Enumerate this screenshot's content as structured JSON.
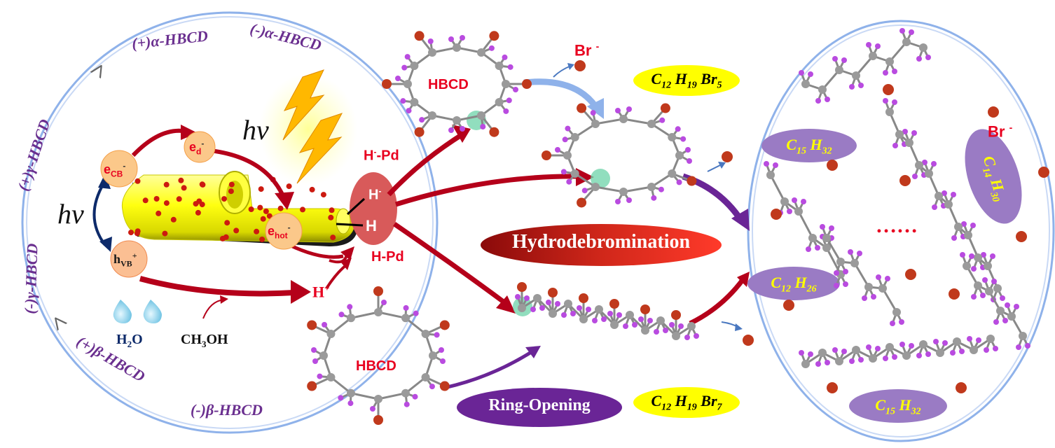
{
  "isomers": {
    "plus_alpha": "(+)α-HBCD",
    "minus_alpha": "(-)α-HBCD",
    "plus_gamma": "(+)γ-HBCD",
    "minus_gamma": "(-)γ-HBCD",
    "plus_beta": "(+)β-HBCD",
    "minus_beta": "(-)β-HBCD",
    "order_sign": ">"
  },
  "photocatalyst": {
    "hv": "hv",
    "e_cb": "e",
    "e_cb_sub": "CB",
    "e_cb_sup": "-",
    "e_d": "e",
    "e_d_sub": "d",
    "e_d_sup": "-",
    "e_hot": "e",
    "e_hot_sub": "hot",
    "e_hot_sup": "-",
    "h_vb": "h",
    "h_vb_sub": "VB",
    "h_vb_sup": "+",
    "h_minus": "H",
    "h_minus_sup": "-",
    "h_atom": "H",
    "h_minus_pd": "H-Pd",
    "h_minus_pd_pre": "H",
    "h_minus_pd_sup": "-",
    "h_minus_pd_post": "Pd",
    "h_pd": "H-Pd",
    "h_plus": "H",
    "h_plus_sup": "+",
    "water_pre": "H",
    "water_sub": "2",
    "water_post": "O",
    "methanol_pre": "CH",
    "methanol_sub": "3",
    "methanol_post": "OH"
  },
  "pathways": {
    "hbcd_top": "HBCD",
    "hbcd_bottom": "HBCD",
    "br_ion": "Br",
    "br_ion_sup": "-",
    "hydrodebromination": "Hydrodebromination",
    "ring_opening": "Ring-Opening",
    "c12h19br5": {
      "c": "C",
      "c_sub": "12",
      "h": "H",
      "h_sub": "19",
      "br": "Br",
      "br_sub": "5"
    },
    "c12h19br7": {
      "c": "C",
      "c_sub": "12",
      "h": "H",
      "h_sub": "19",
      "br": "Br",
      "br_sub": "7"
    }
  },
  "products": {
    "c15h32_top": {
      "c": "C",
      "c_sub": "15",
      "h": "H",
      "h_sub": "32"
    },
    "c14h30": {
      "c": "C",
      "c_sub": "14",
      "h": "H",
      "h_sub": "30"
    },
    "c12h26": {
      "c": "C",
      "c_sub": "12",
      "h": "H",
      "h_sub": "26"
    },
    "c15h32_bottom": {
      "c": "C",
      "c_sub": "15",
      "h": "H",
      "h_sub": "32"
    },
    "ellipsis": "……",
    "br_ion": "Br",
    "br_ion_sup": "-"
  },
  "colors": {
    "carbon": "#9a9a9a",
    "hydrogen": "#b94be0",
    "bromine": "#c0391c",
    "arrow_red": "#b5001a",
    "arrow_purple": "#6a2596",
    "pill_purple": "#9a7bc4",
    "pill_yellow": "#ffff00",
    "tube_yellow": "#ffff10",
    "ring_blue": "#8fb2ea"
  },
  "icons": [
    "lightning-bolt-icon",
    "water-drop-icon",
    "arrow-icon"
  ]
}
